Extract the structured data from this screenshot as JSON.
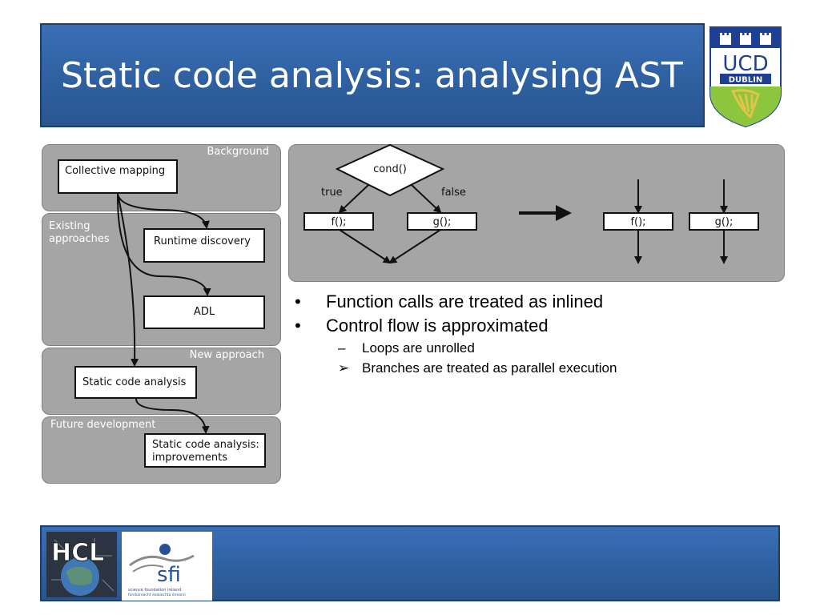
{
  "slide": {
    "title": "Static code analysis: analysing AST"
  },
  "logos": {
    "ucd": {
      "line1": "UCD",
      "line2": "DUBLIN"
    },
    "hcl": {
      "text": "HCL"
    },
    "sfi": {
      "text": "sfi",
      "subline1": "science foundation ireland",
      "subline2": "fondúireacht eolaíochta éireann"
    }
  },
  "left_diagram": {
    "panels": [
      {
        "label": "Background"
      },
      {
        "label": "Existing approaches"
      },
      {
        "label": "New approach"
      },
      {
        "label": "Future development"
      }
    ],
    "existing_label_lines": [
      "Existing",
      "approaches"
    ],
    "nodes": {
      "collective": "Collective mapping",
      "runtime": "Runtime discovery",
      "adl": "ADL",
      "static": "Static code analysis",
      "improvements_line1": "Static code analysis:",
      "improvements_line2": "improvements"
    }
  },
  "flow_diagram": {
    "condition": "cond()",
    "true_label": "true",
    "false_label": "false",
    "call_f": "f();",
    "call_g": "g();"
  },
  "bullets": {
    "items": [
      {
        "text": "Function calls are treated as inlined",
        "mark": "•"
      },
      {
        "text": "Control flow is approximated",
        "mark": "•"
      }
    ],
    "subitems": [
      {
        "text": "Loops are unrolled",
        "mark": "–"
      },
      {
        "text": "Branches are treated as parallel execution",
        "mark": "➢"
      }
    ]
  },
  "colors": {
    "title_bar": "#2e5f9f",
    "panel_gray": "#a5a5a5",
    "ucd_blue": "#1f3f93",
    "ucd_green": "#8cc63f"
  }
}
